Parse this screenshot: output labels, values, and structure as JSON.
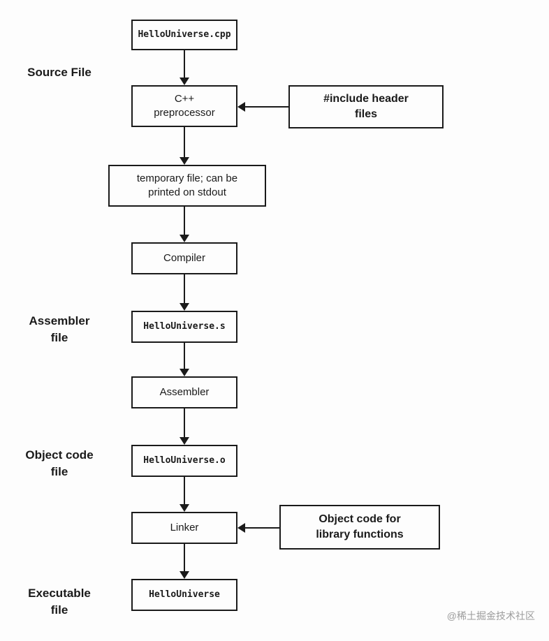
{
  "flow": {
    "cpp_file": "HelloUniverse.cpp",
    "preprocessor": "C++\npreprocessor",
    "include_note": "#include header\nfiles",
    "temp_file": "temporary file; can be\nprinted on stdout",
    "compiler": "Compiler",
    "asm_file": "HelloUniverse.s",
    "assembler": "Assembler",
    "obj_file": "HelloUniverse.o",
    "linker": "Linker",
    "libs_note": "Object code for\nlibrary functions",
    "exe_file": "HelloUniverse"
  },
  "side_labels": {
    "source": "Source File",
    "assembler": "Assembler\nfile",
    "object": "Object code\nfile",
    "executable": "Executable\nfile"
  },
  "colors": {
    "stroke": "#1a1a1a",
    "background": "#fdfdfd",
    "watermark": "#9c9c9c"
  },
  "watermark": "@稀土掘金技术社区"
}
